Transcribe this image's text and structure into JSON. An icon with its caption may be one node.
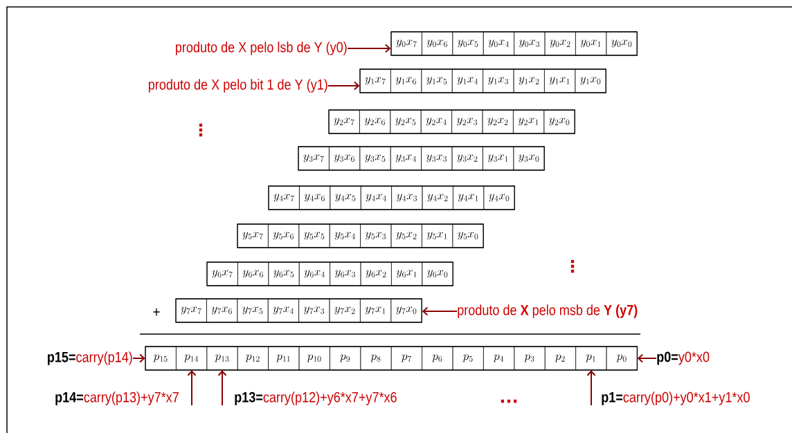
{
  "diagram": {
    "nodes": [
      {
        "text": [
          "produto de X pelo lsb de Y (y0)"
        ]
      },
      {
        "text": [],
        "shape": "box"
      },
      {
        "text": [
          "y_0x_7"
        ],
        "in": 1
      },
      {
        "text": [
          "y_0x_6"
        ],
        "in": 1
      },
      {
        "text": [
          "y_0x_5"
        ],
        "in": 1
      },
      {
        "text": [
          "y_0x_4"
        ],
        "in": 1
      },
      {
        "text": [
          "y_0x_3"
        ],
        "in": 1
      },
      {
        "text": [
          "y_0x_2"
        ],
        "in": 1
      },
      {
        "text": [
          "y_0x_1"
        ],
        "in": 1
      },
      {
        "text": [
          "y_0x_0"
        ],
        "in": 1
      },
      {
        "text": [
          "produto de X pelo bit 1 de Y (y1)"
        ]
      },
      {
        "text": [],
        "shape": "box"
      },
      {
        "text": [
          "y_1x_7"
        ],
        "in": 11
      },
      {
        "text": [
          "y_1x_6"
        ],
        "in": 11
      },
      {
        "text": [
          "y_1x_5"
        ],
        "in": 11
      },
      {
        "text": [
          "y_1x_4"
        ],
        "in": 11
      },
      {
        "text": [
          "y_1x_3"
        ],
        "in": 11
      },
      {
        "text": [
          "y_1x_2"
        ],
        "in": 11
      },
      {
        "text": [
          "y_1x_1"
        ],
        "in": 11
      },
      {
        "text": [
          "y_1x_0"
        ],
        "in": 11
      },
      {
        "text": [],
        "shape": "box"
      },
      {
        "text": [
          "y_2x_7"
        ],
        "in": 20
      },
      {
        "text": [
          "y_2x_6"
        ],
        "in": 20
      },
      {
        "text": [
          "y_2x_5"
        ],
        "in": 20
      },
      {
        "text": [
          "y_2x_4"
        ],
        "in": 20
      },
      {
        "text": [
          "y_2x_3"
        ],
        "in": 20
      },
      {
        "text": [
          "y_2x_2"
        ],
        "in": 20
      },
      {
        "text": [
          "y_2x_1"
        ],
        "in": 20
      },
      {
        "text": [
          "y_2x_0"
        ],
        "in": 20
      },
      {
        "text": [],
        "shape": "box"
      },
      {
        "text": [
          "y_3x_7"
        ],
        "in": 29
      },
      {
        "text": [
          "y_3x_6"
        ],
        "in": 29
      },
      {
        "text": [
          "y_3x_5"
        ],
        "in": 29
      },
      {
        "text": [
          "y_3x_4"
        ],
        "in": 29
      },
      {
        "text": [
          "y_3x_3"
        ],
        "in": 29
      },
      {
        "text": [
          "y_3x_2"
        ],
        "in": 29
      },
      {
        "text": [
          "y_3x_1"
        ],
        "in": 29
      },
      {
        "text": [
          "y_3x_0"
        ],
        "in": 29
      },
      {
        "text": [],
        "shape": "box"
      },
      {
        "text": [
          "y_4x_7"
        ],
        "in": 38
      },
      {
        "text": [
          "y_4x_6"
        ],
        "in": 38
      },
      {
        "text": [
          "y_4x_5"
        ],
        "in": 38
      },
      {
        "text": [
          "y_4x_4"
        ],
        "in": 38
      },
      {
        "text": [
          "y_4x_3"
        ],
        "in": 38
      },
      {
        "text": [
          "y_4x_2"
        ],
        "in": 38
      },
      {
        "text": [
          "y_4x_1"
        ],
        "in": 38
      },
      {
        "text": [
          "y_4x_0"
        ],
        "in": 38
      },
      {
        "text": [],
        "shape": "box"
      },
      {
        "text": [
          "y_5x_7"
        ],
        "in": 47
      },
      {
        "text": [
          "y_5x_6"
        ],
        "in": 47
      },
      {
        "text": [
          "y_5x_5"
        ],
        "in": 47
      },
      {
        "text": [
          "y_5x_4"
        ],
        "in": 47
      },
      {
        "text": [
          "y_5x_3"
        ],
        "in": 47
      },
      {
        "text": [
          "y_5x_2"
        ],
        "in": 47
      },
      {
        "text": [
          "y_5x_1"
        ],
        "in": 47
      },
      {
        "text": [
          "y_5x_0"
        ],
        "in": 47
      },
      {
        "text": [],
        "shape": "box"
      },
      {
        "text": [
          "y_6x_7"
        ],
        "in": 56
      },
      {
        "text": [
          "y_6x_6"
        ],
        "in": 56
      },
      {
        "text": [
          "y_6x_5"
        ],
        "in": 56
      },
      {
        "text": [
          "y_6x_4"
        ],
        "in": 56
      },
      {
        "text": [
          "y_6x_3"
        ],
        "in": 56
      },
      {
        "text": [
          "y_6x_2"
        ],
        "in": 56
      },
      {
        "text": [
          "y_6x_1"
        ],
        "in": 56
      },
      {
        "text": [
          "y_6x_0"
        ],
        "in": 56
      },
      {
        "text": [],
        "shape": "box"
      },
      {
        "text": [
          "y_7x_7"
        ],
        "in": 65
      },
      {
        "text": [
          "y_7x_6"
        ],
        "in": 65
      },
      {
        "text": [
          "y_7x_5"
        ],
        "in": 65
      },
      {
        "text": [
          "y_7x_4"
        ],
        "in": 65
      },
      {
        "text": [
          "y_7x_3"
        ],
        "in": 65
      },
      {
        "text": [
          "y_7x_2"
        ],
        "in": 65
      },
      {
        "text": [
          "y_7x_1"
        ],
        "in": 65
      },
      {
        "text": [
          "y_7x_0"
        ],
        "in": 65
      },
      {
        "text": [
          "produto de **X** pelo msb de **Y (y7)**"
        ]
      },
      {
        "text": [
          "p15=",
          "carry(p14)"
        ]
      },
      {
        "text": [],
        "shape": "box"
      },
      {
        "text": [
          "p_{15}"
        ],
        "in": 76
      },
      {
        "text": [
          "p_{14}"
        ],
        "in": 76
      },
      {
        "text": [
          "p_{13}"
        ],
        "in": 76
      },
      {
        "text": [
          "p_{12}"
        ],
        "in": 76
      },
      {
        "text": [
          "p_{11}"
        ],
        "in": 76
      },
      {
        "text": [
          "p_{10}"
        ],
        "in": 76
      },
      {
        "text": [
          "p_9"
        ],
        "in": 76
      },
      {
        "text": [
          "p_8"
        ],
        "in": 76
      },
      {
        "text": [
          "p_7"
        ],
        "in": 76
      },
      {
        "text": [
          "p_6"
        ],
        "in": 76
      },
      {
        "text": [
          "p_5"
        ],
        "in": 76
      },
      {
        "text": [
          "p_4"
        ],
        "in": 76
      },
      {
        "text": [
          "p_3"
        ],
        "in": 76
      },
      {
        "text": [
          "p_2"
        ],
        "in": 76
      },
      {
        "text": [
          "p_1"
        ],
        "in": 76
      },
      {
        "text": [
          "p_0"
        ],
        "in": 76
      },
      {
        "text": [
          "p0=",
          "y0*x0"
        ]
      },
      {
        "text": [
          "p14=",
          "carry(p13)+y7*x7"
        ]
      },
      {
        "text": [
          "p13=",
          "carry(p12)+y6*x7+y7*x6"
        ]
      },
      {
        "text": [
          "p1=",
          "carry(p0)+y0*x1+y1*x0"
        ]
      }
    ],
    "edges": [
      {
        "from": 0,
        "to": 1,
        "arrow": "to"
      },
      {
        "from": 10,
        "to": 11,
        "arrow": "to"
      },
      {
        "from": 74,
        "to": 65,
        "arrow": "to"
      },
      {
        "from": 75,
        "to": 77,
        "arrow": "to"
      },
      {
        "from": 93,
        "to": 92,
        "arrow": "to"
      },
      {
        "from": 94,
        "to": 78,
        "arrow": "to"
      },
      {
        "from": 95,
        "to": 79,
        "arrow": "to"
      },
      {
        "from": 96,
        "to": 91,
        "arrow": "to"
      }
    ],
    "labels": [
      "⋮",
      "⋮",
      "+",
      "..."
    ]
  }
}
